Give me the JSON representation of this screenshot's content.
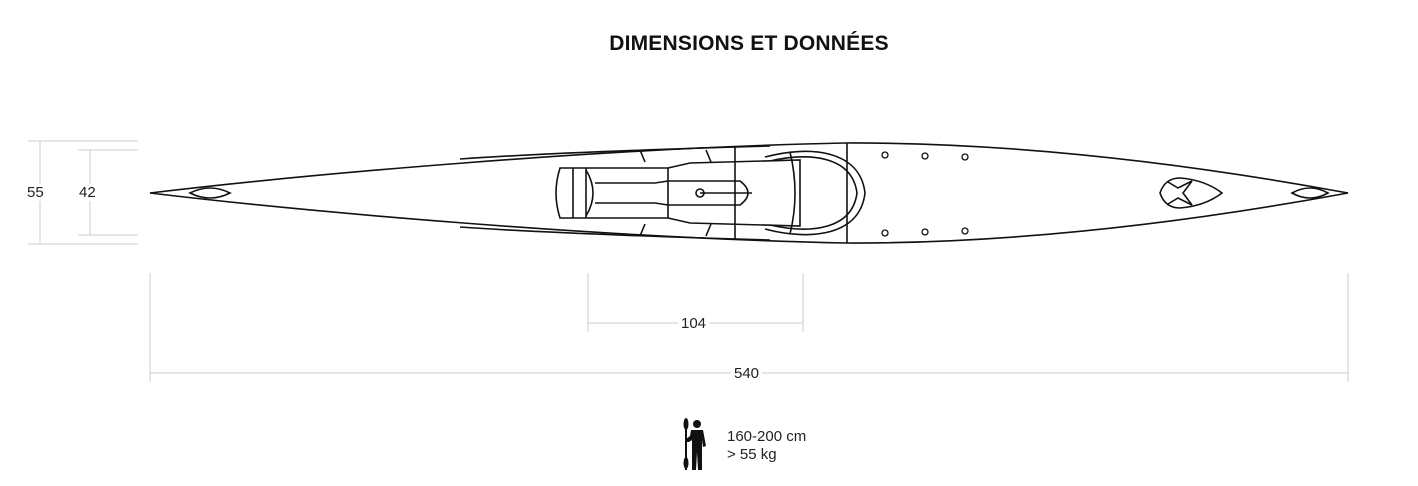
{
  "title": "DIMENSIONS ET DONNÉES",
  "dimensions": {
    "height_total": "55",
    "height_inner": "42",
    "cockpit_length": "104",
    "total_length": "540"
  },
  "paddler": {
    "icon": "paddler-icon",
    "height_range": "160-200 cm",
    "weight": "> 55 kg"
  }
}
